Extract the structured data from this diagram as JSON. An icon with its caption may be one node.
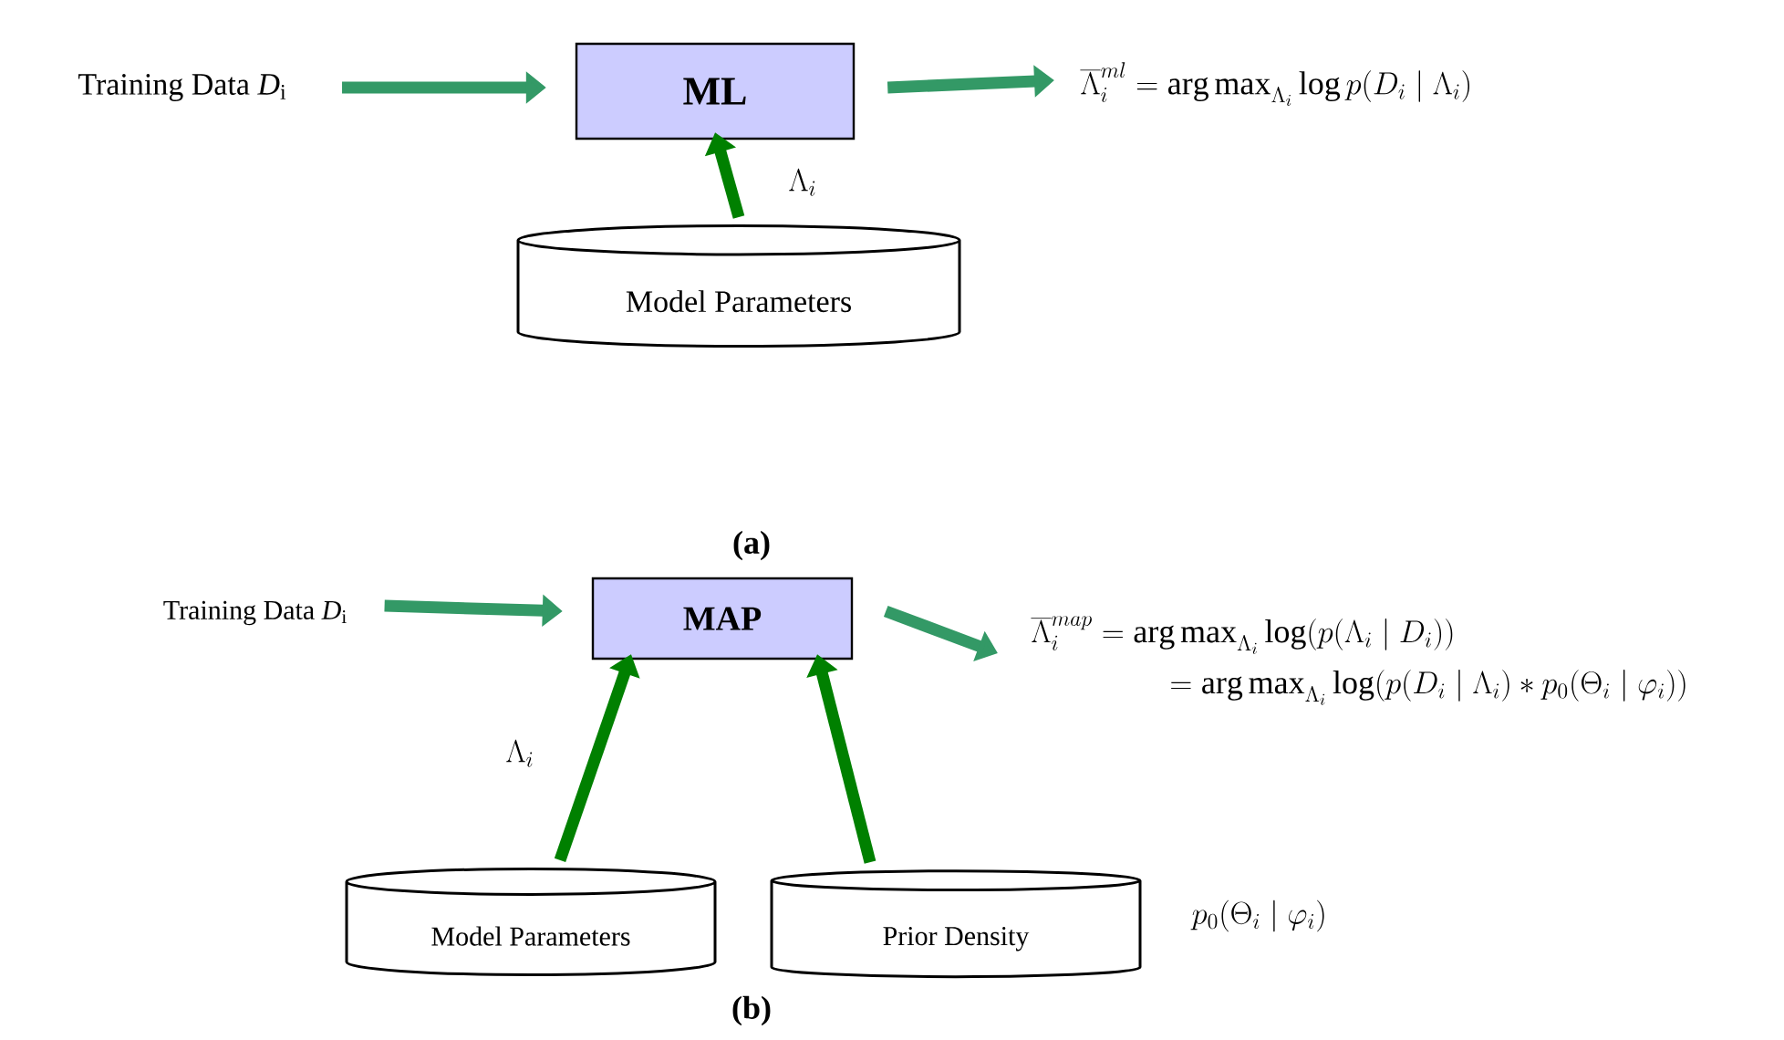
{
  "diagram": {
    "nodes": [
      {
        "text": [
          "Training Data *D*$_{i}$"
        ]
      },
      {
        "text": [
          "ML"
        ]
      },
      {
        "text": [
          "\\overline{\\Lambda}_i^{ml} = \\mathop{\\mathrm{arg\\,max}}_{\\Lambda_i} \\log p(D_i \\mid \\Lambda_i)"
        ]
      },
      {
        "text": [
          "Model Parameters"
        ]
      },
      {
        "text": [
          "Training Data *D*$_{i}$"
        ]
      },
      {
        "text": [
          "MAP"
        ]
      },
      {
        "text": [
          "\\overline{\\Lambda}_i^{map} = \\mathop{\\mathrm{arg\\,max}}_{\\Lambda_i} \\log(p(\\Lambda_i \\mid D_i))",
          "= \\mathop{\\mathrm{arg\\,max}}_{\\Lambda_i} \\log(p(D_i \\mid \\Lambda_i) * p_0(\\Theta_i \\mid \\varphi_i))"
        ]
      },
      {
        "text": [
          "Model Parameters"
        ]
      },
      {
        "text": [
          "Prior Density"
        ],
        "beside": [
          "p_0(\\Theta_i \\mid \\varphi_i)"
        ]
      }
    ],
    "edges": [
      {
        "from": 0,
        "to": 1,
        "arrow": "to"
      },
      {
        "from": 1,
        "to": 2,
        "arrow": "to"
      },
      {
        "from": 3,
        "to": 1,
        "arrow": "to",
        "label": "\\Lambda_i",
        "color": "#008000"
      },
      {
        "from": 4,
        "to": 5,
        "arrow": "to"
      },
      {
        "from": 5,
        "to": 6,
        "arrow": "to"
      },
      {
        "from": 7,
        "to": 5,
        "arrow": "to",
        "label": "\\Lambda_i",
        "color": "#008000"
      },
      {
        "from": 8,
        "to": 5,
        "arrow": "to",
        "color": "#008000"
      }
    ],
    "labels": [
      "(a)",
      "(b)"
    ]
  }
}
